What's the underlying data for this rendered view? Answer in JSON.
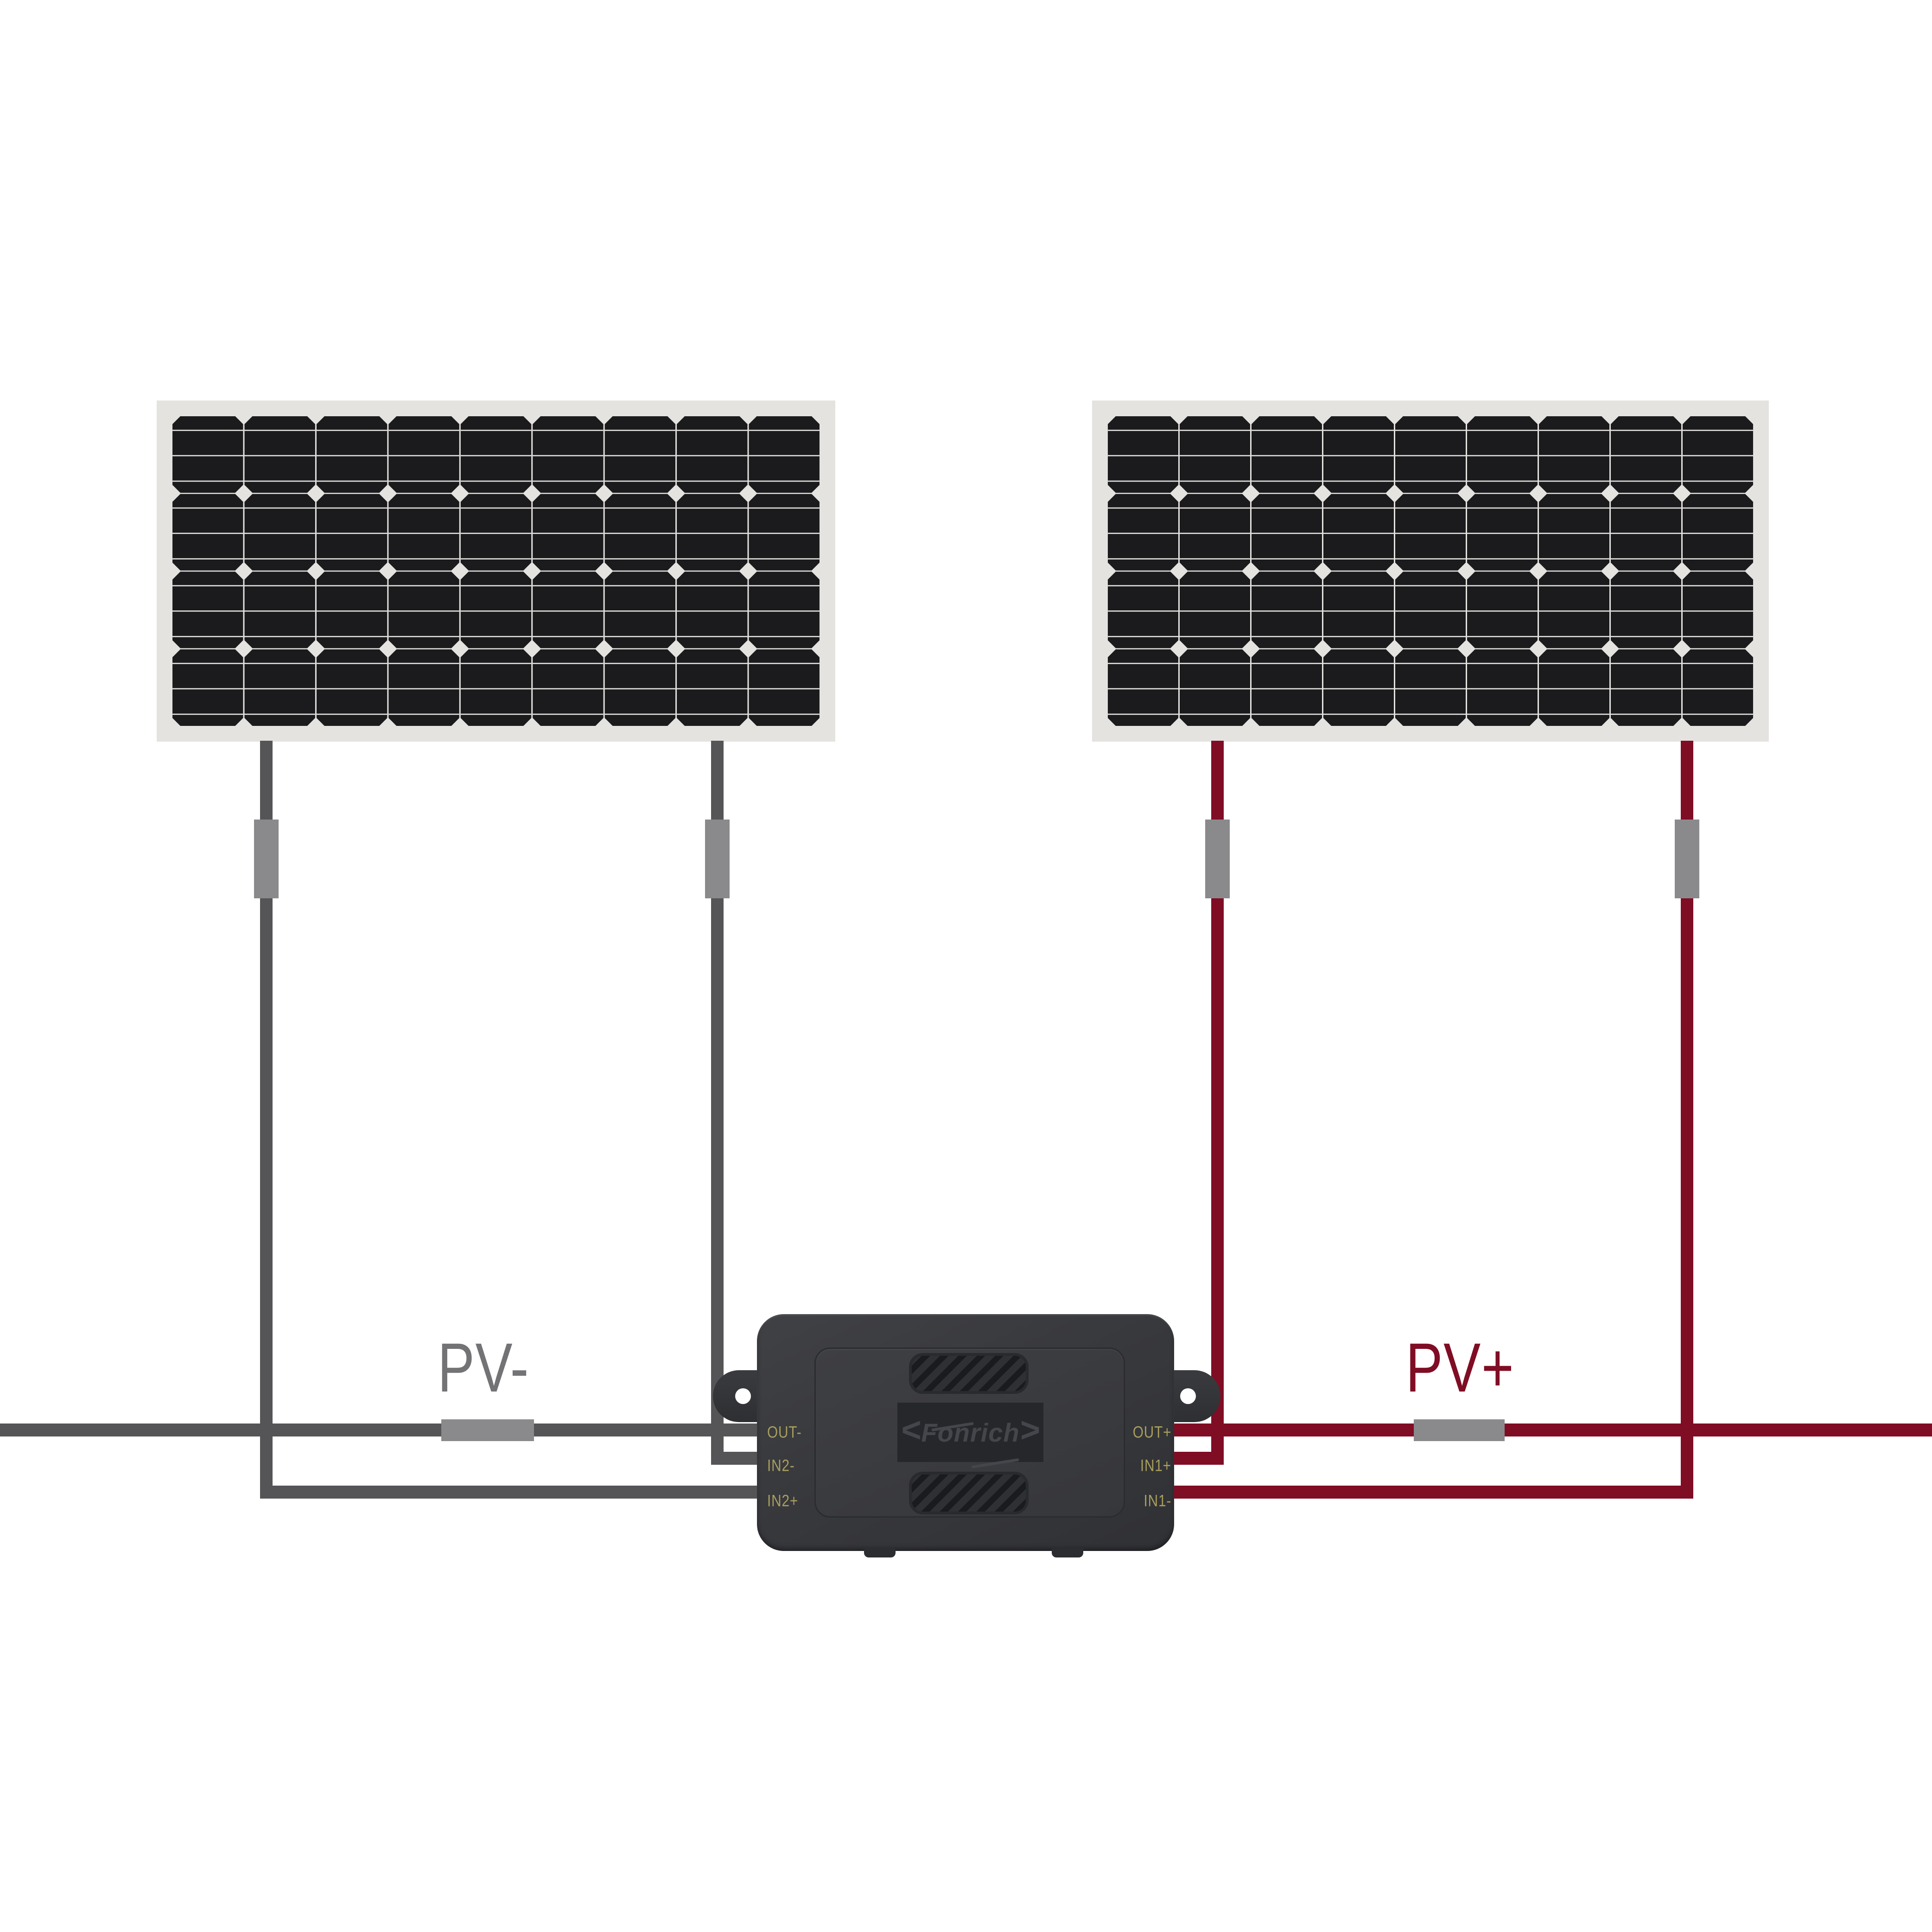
{
  "labels": {
    "pv_negative": "PV-",
    "pv_positive": "PV+"
  },
  "device": {
    "brand": "Fonrich",
    "logo_bracket_left": "<",
    "logo_bracket_right": ">",
    "terminals": {
      "left": [
        "OUT-",
        "IN2-",
        "IN2+"
      ],
      "right": [
        "OUT+",
        "IN1+",
        "IN1-"
      ]
    }
  },
  "panels": {
    "count": 2,
    "columns": 9,
    "rows": 4
  },
  "colors": {
    "background": "#ffffff",
    "wire_negative": "#555558",
    "wire_positive": "#7f0d24",
    "connector": "#8a8a8d",
    "panel_frame": "#e4e3e0",
    "panel_cell": "#1b1b1d",
    "device_body": "#38393d",
    "device_plate": "#26272b",
    "logo_text": "#45464c",
    "terminal_text": "#a89e5c",
    "label_negative": "#737376"
  }
}
